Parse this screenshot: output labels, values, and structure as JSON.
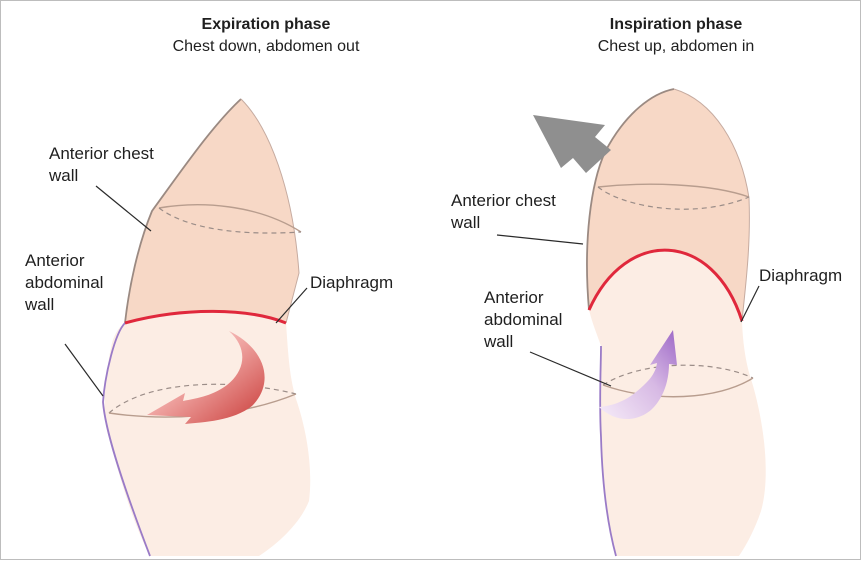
{
  "left_panel": {
    "title": "Expiration phase",
    "subtitle": "Chest down, abdomen out",
    "labels": {
      "chest_wall_line1": "Anterior chest",
      "chest_wall_line2": "wall",
      "abdominal_wall_line1": "Anterior",
      "abdominal_wall_line2": "abdominal",
      "abdominal_wall_line3": "wall",
      "diaphragm": "Diaphragm"
    }
  },
  "right_panel": {
    "title": "Inspiration phase",
    "subtitle": "Chest up, abdomen in",
    "labels": {
      "chest_wall_line1": "Anterior chest",
      "chest_wall_line2": "wall",
      "abdominal_wall_line1": "Anterior",
      "abdominal_wall_line2": "abdominal",
      "abdominal_wall_line3": "wall",
      "diaphragm": "Diaphragm"
    }
  },
  "colors": {
    "chest_fill": "#f7d8c6",
    "abdomen_fill": "#fcede4",
    "chest_outline": "#9b8a82",
    "abdominal_wall_line": "#9a7bc7",
    "diaphragm_line": "#e0283c",
    "expiration_arrow": "#d9534f",
    "inspiration_arrow": "#b58ad1",
    "movement_arrow": "#8f8f8f",
    "cross_section_line": "#b89d8e"
  }
}
